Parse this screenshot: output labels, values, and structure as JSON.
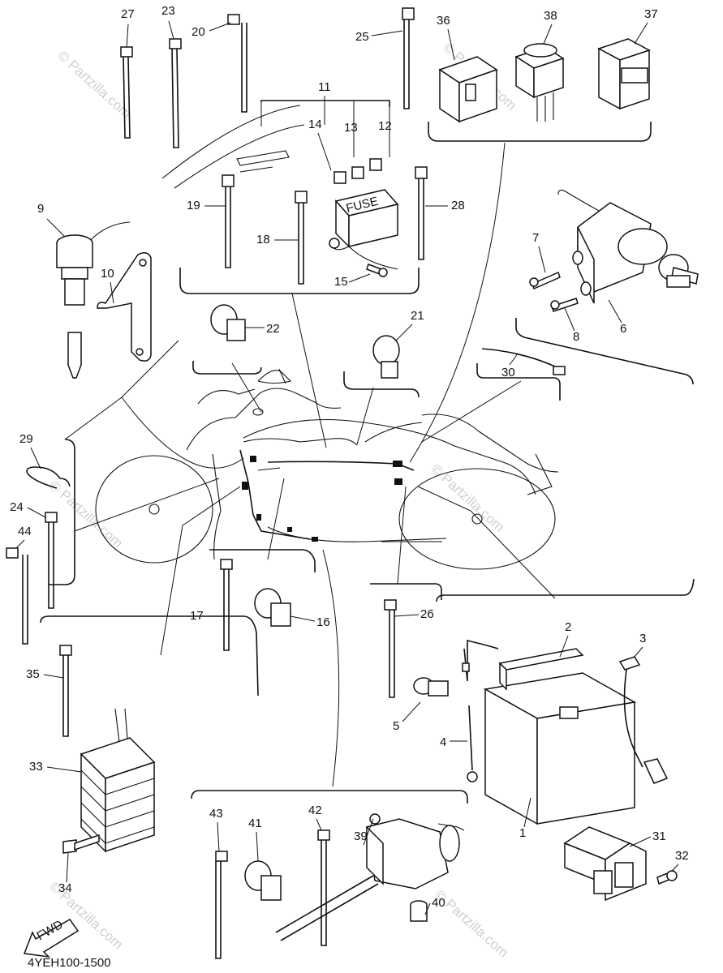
{
  "diagram": {
    "drawing_code": "4YEH100-1500",
    "fuse_label": "FUSE",
    "fwd_label": "FWD",
    "watermark": "© Partzilla.com",
    "callouts": {
      "c1": "1",
      "c2": "2",
      "c3": "3",
      "c4": "4",
      "c5": "5",
      "c6": "6",
      "c7": "7",
      "c8": "8",
      "c9": "9",
      "c10": "10",
      "c11": "11",
      "c12": "12",
      "c13": "13",
      "c14": "14",
      "c15": "15",
      "c16": "16",
      "c17": "17",
      "c18": "18",
      "c19": "19",
      "c20": "20",
      "c21": "21",
      "c22": "22",
      "c23": "23",
      "c24": "24",
      "c25": "25",
      "c26": "26",
      "c27": "27",
      "c28": "28",
      "c29": "29",
      "c30": "30",
      "c31": "31",
      "c32": "32",
      "c33": "33",
      "c34": "34",
      "c35": "35",
      "c36": "36",
      "c37": "37",
      "c38": "38",
      "c39": "39",
      "c40": "40",
      "c41": "41",
      "c42": "42",
      "c43": "43",
      "c44": "44"
    }
  }
}
